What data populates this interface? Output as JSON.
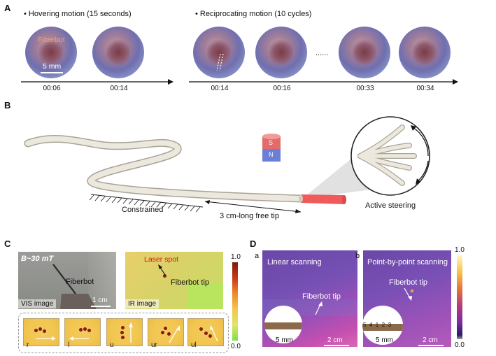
{
  "panelA": {
    "letter": "A",
    "hovering_title": "• Hovering motion (15 seconds)",
    "reciprocating_title": "• Reciprocating motion (10 cycles)",
    "fiberbot_label": "Fiberbot",
    "scale_label": "5 mm",
    "ellipsis": "......",
    "times_left": [
      "00:06",
      "00:14"
    ],
    "times_right": [
      "00:14",
      "00:16",
      "00:33",
      "00:34"
    ]
  },
  "panelB": {
    "letter": "B",
    "magnet_s": "S",
    "magnet_n": "N",
    "constrained_label": "Constrained",
    "free_tip_label": "3 cm-long free tip",
    "active_steering_label": "Active steering",
    "colors": {
      "fiber": "#ece8dd",
      "tip": "#f05a5a",
      "magnet_top": "#e46b6b",
      "magnet_bottom": "#6b7fd6"
    }
  },
  "panelC": {
    "letter": "C",
    "field_label": "B~30 mT",
    "fiberbot_label": "Fiberbot",
    "vis_label": "VIS image",
    "scale_label": "1 cm",
    "laser_label": "Laser spot",
    "fiberbot_tip_label": "Fiberbot tip",
    "ir_label": "IR image",
    "colorbar_max": "1.0",
    "colorbar_min": "0.0",
    "sub_labels": [
      "r",
      "l",
      "u",
      "ur",
      "ul"
    ]
  },
  "panelD": {
    "letter": "D",
    "a_letter": "a",
    "a_title": "Linear scanning",
    "a_tip_label": "Fiberbot tip",
    "a_scale_inset": "5 mm",
    "a_scale": "2 cm",
    "b_letter": "b",
    "b_title": "Point-by-point scanning",
    "b_tip_label": "Fiberbot tip",
    "b_inset_numbers": "5  4  1  2  3",
    "b_scale_inset": "5 mm",
    "b_scale": "2 cm",
    "colorbar_max": "1.0",
    "colorbar_min": "0.0"
  }
}
